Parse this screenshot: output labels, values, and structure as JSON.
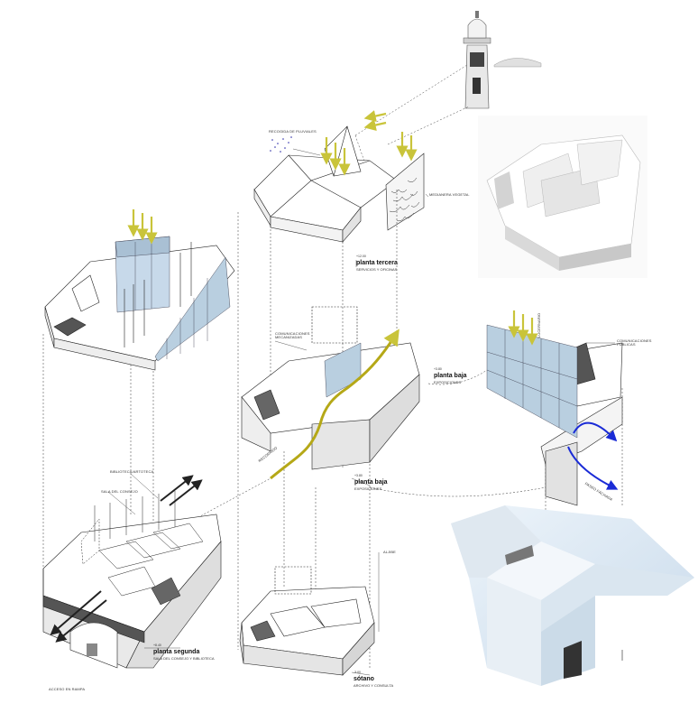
{
  "labels": {
    "recogida": "RECOGIDA DE PLUVIALES",
    "mediante": "MEDIANERA VEGETAL",
    "comunicaciones_mecanizadas": "COMUNICACIONES MECANIZADAS",
    "comunicaciones_publicas": "COMUNICACIONES PÚBLICAS",
    "biblioteca": "BIBLIOTECA/ARTOTECA",
    "sala_consejo": "SALA DEL CONSEJO",
    "acceso": "ACCESO EN RAMPA",
    "aljibe": "ALJIBE",
    "recorrido": "RECORRIDO",
    "lucernario": "LUCERNARIO",
    "paseo": "PASEO FÁCHADA"
  },
  "levels": {
    "tercera": {
      "elev": "+12.00",
      "name": "planta tercera",
      "sub": "SERVICIOS Y OFICINAS"
    },
    "baja_right": {
      "elev": "+3.80",
      "name": "planta baja",
      "sub": "EXPOSICIONES"
    },
    "baja_center": {
      "elev": "+3.80",
      "name": "planta baja",
      "sub": "EXPOSICIONES"
    },
    "segunda": {
      "elev": "+8.40",
      "name": "planta segunda",
      "sub": "SALA DEL CONSEJO Y BIBLIOTECA"
    },
    "sotano": {
      "elev": "-3.00",
      "name": "sótano",
      "sub": "ARCHIVO Y CONSULTA"
    }
  },
  "colors": {
    "glass": "#b9cfe0",
    "yellow_arrow": "#c9c43a",
    "path_yellow": "#b5a817",
    "blue_arrow": "#1a2bd6",
    "line": "#222222"
  }
}
